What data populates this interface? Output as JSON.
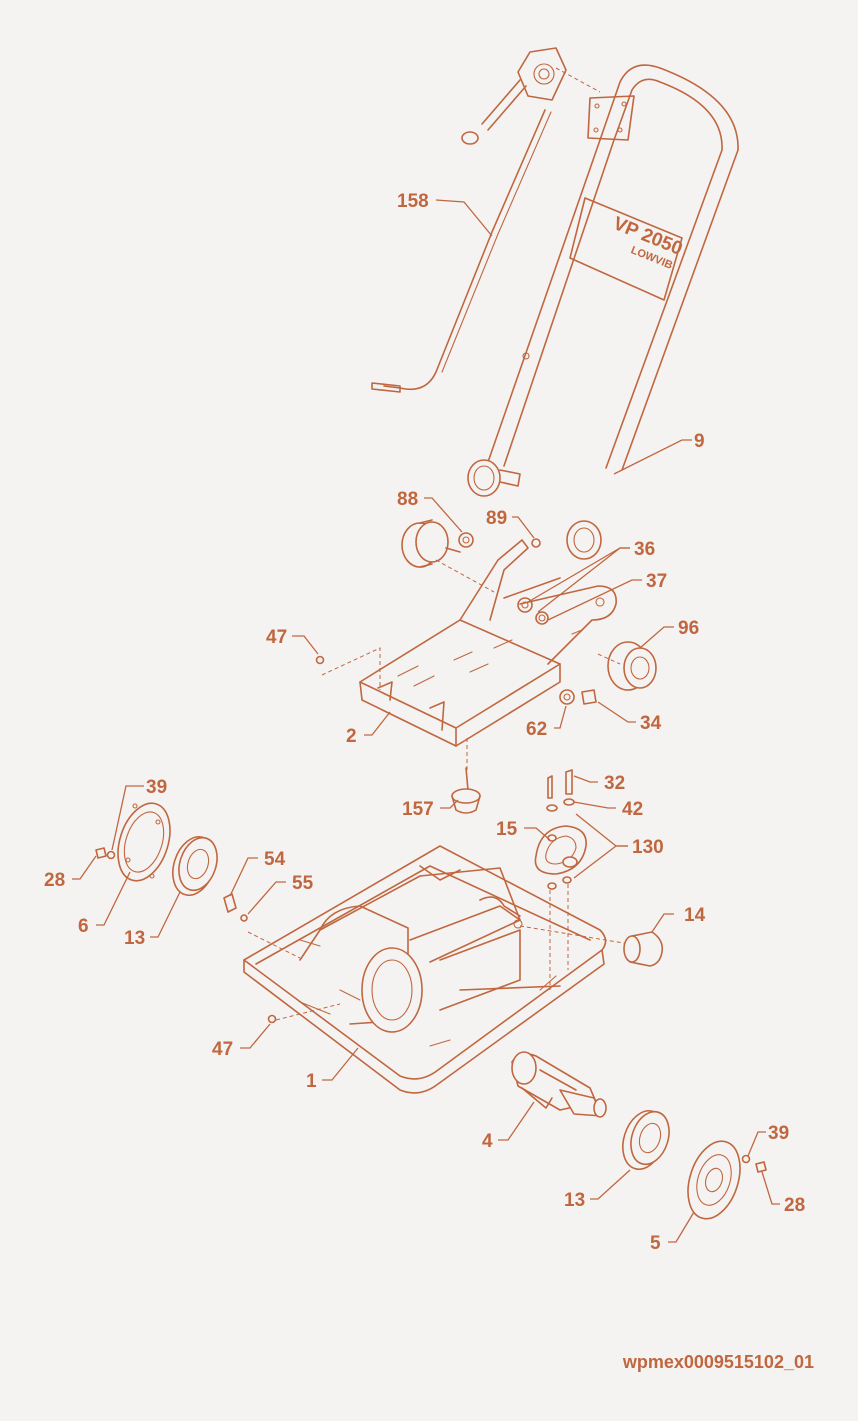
{
  "colors": {
    "line": "#c0673f",
    "background": "#f4f3f2"
  },
  "handle_logo": {
    "model": "VP 2050",
    "sub": "LOWVIB"
  },
  "callouts": {
    "c158": "158",
    "c9": "9",
    "c88": "88",
    "c89": "89",
    "c36": "36",
    "c37": "37",
    "c96": "96",
    "c47a": "47",
    "c2": "2",
    "c62": "62",
    "c34": "34",
    "c157": "157",
    "c32": "32",
    "c42": "42",
    "c15": "15",
    "c130": "130",
    "c39a": "39",
    "c28a": "28",
    "c6": "6",
    "c13a": "13",
    "c54": "54",
    "c55": "55",
    "c14": "14",
    "c47b": "47",
    "c1": "1",
    "c4": "4",
    "c13b": "13",
    "c39b": "39",
    "c28b": "28",
    "c5": "5"
  },
  "reference_code": "wpmex0009515102_01"
}
